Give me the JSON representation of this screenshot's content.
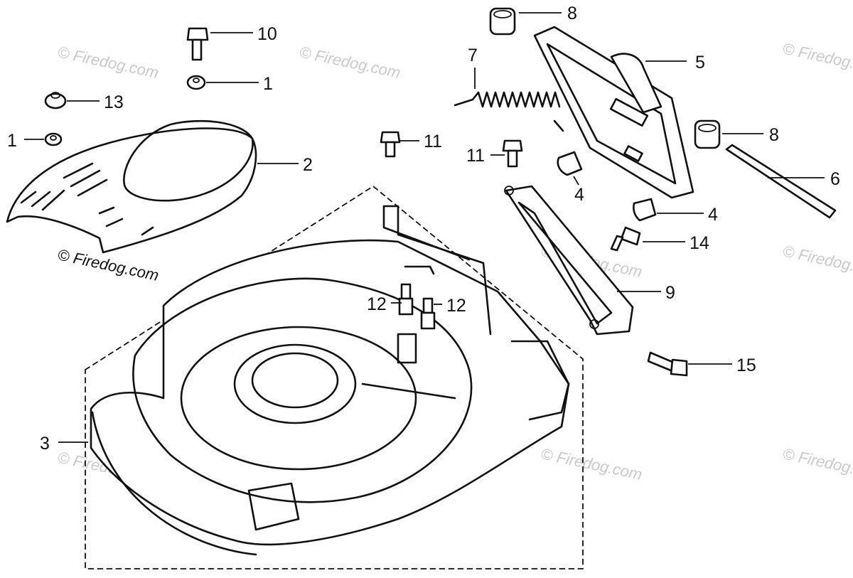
{
  "watermark": "© Firedog.com",
  "callouts": [
    {
      "id": "c1a",
      "label": "1"
    },
    {
      "id": "c1b",
      "label": "1"
    },
    {
      "id": "c2",
      "label": "2"
    },
    {
      "id": "c3",
      "label": "3"
    },
    {
      "id": "c4a",
      "label": "4"
    },
    {
      "id": "c4b",
      "label": "4"
    },
    {
      "id": "c5",
      "label": "5"
    },
    {
      "id": "c6",
      "label": "6"
    },
    {
      "id": "c7",
      "label": "7"
    },
    {
      "id": "c8a",
      "label": "8"
    },
    {
      "id": "c8b",
      "label": "8"
    },
    {
      "id": "c9",
      "label": "9"
    },
    {
      "id": "c10",
      "label": "10"
    },
    {
      "id": "c11a",
      "label": "11"
    },
    {
      "id": "c11b",
      "label": "11"
    },
    {
      "id": "c12a",
      "label": "12"
    },
    {
      "id": "c12b",
      "label": "12"
    },
    {
      "id": "c13",
      "label": "13"
    },
    {
      "id": "c14",
      "label": "14"
    },
    {
      "id": "c15",
      "label": "15"
    }
  ]
}
